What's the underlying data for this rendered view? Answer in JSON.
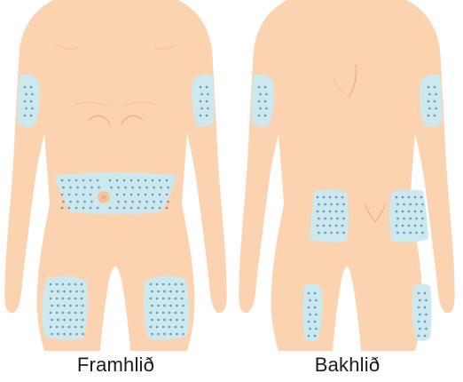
{
  "colors": {
    "skin": "#fcd3b1",
    "skin_line": "#e0b089",
    "injection_zone": "#cce9ee",
    "dot": "#6e8fc9",
    "navel": "#f4c39b",
    "text": "#1a1a1a"
  },
  "figures": [
    {
      "id": "front",
      "label": "Framhlið",
      "zones": [
        "left-upper-arm",
        "right-upper-arm",
        "abdomen",
        "left-thigh",
        "right-thigh"
      ]
    },
    {
      "id": "back",
      "label": "Bakhlið",
      "zones": [
        "left-upper-arm",
        "right-upper-arm",
        "left-buttock",
        "right-buttock",
        "left-thigh",
        "right-thigh"
      ]
    }
  ]
}
